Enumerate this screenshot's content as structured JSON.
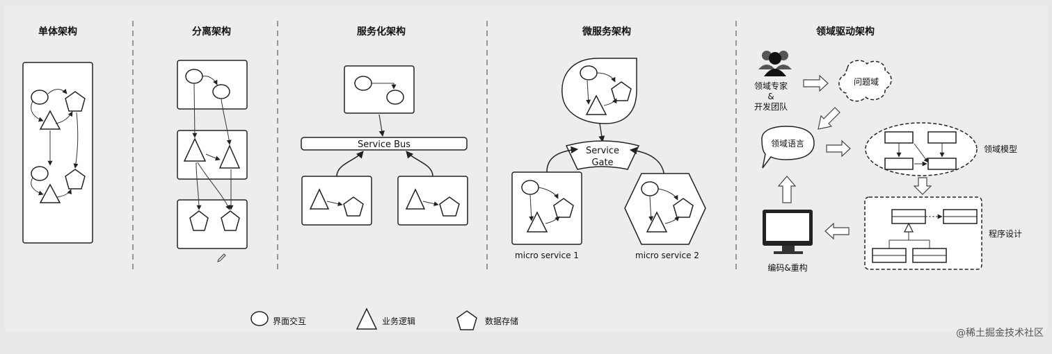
{
  "sections": {
    "monolith": {
      "title": "单体架构"
    },
    "separated": {
      "title": "分离架构"
    },
    "soa": {
      "title": "服务化架构",
      "bus_label": "Service Bus"
    },
    "micro": {
      "title": "微服务架构",
      "gate_line1": "Service",
      "gate_line2": "Gate",
      "service1_label": "micro service 1",
      "service2_label": "micro service 2"
    },
    "ddd": {
      "title": "领域驱动架构",
      "experts_line1": "领域专家",
      "experts_line2": "&",
      "experts_line3": "开发团队",
      "problem_domain": "问题域",
      "domain_language": "领域语言",
      "domain_model": "领域模型",
      "program_design": "程序设计",
      "coding": "编码&重构"
    }
  },
  "legend": {
    "circle_label": "界面交互",
    "triangle_label": "业务逻辑",
    "pentagon_label": "数据存储"
  },
  "watermark": "@稀土掘金技术社区"
}
